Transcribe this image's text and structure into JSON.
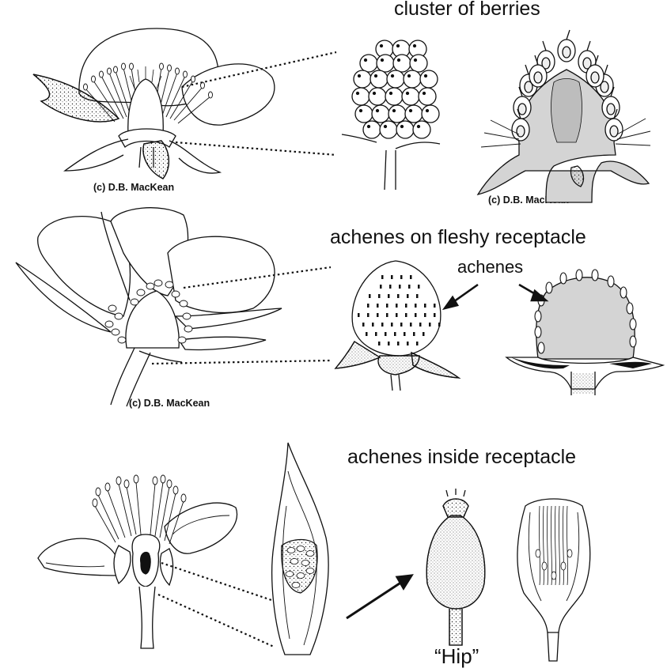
{
  "labels": {
    "cluster": "cluster of berries",
    "achenes_fleshy": "achenes on fleshy receptacle",
    "achenes_callout": "achenes",
    "achenes_inside": "achenes inside receptacle",
    "hip": "“Hip”"
  },
  "credits": {
    "c1": "(c) D.B. MacKean",
    "c2": "(c) D.B. MacKean",
    "c3": "(c) D.B. MacKean"
  },
  "colors": {
    "ink": "#111111",
    "receptacle": "#d4d4d4",
    "paper": "#ffffff"
  }
}
